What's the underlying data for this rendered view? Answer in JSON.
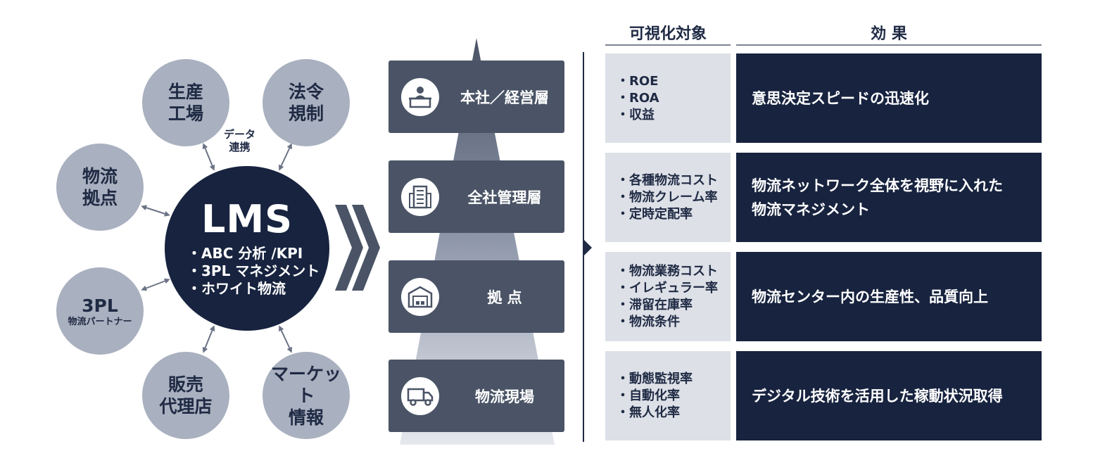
{
  "hub": {
    "title": "LMS",
    "items": [
      "・ABC 分析 /KPI",
      "・3PL マネジメント",
      "・ホワイト物流"
    ]
  },
  "data_link": "データ\n連携",
  "satellites": [
    {
      "label": "生産\n工場"
    },
    {
      "label": "法令\n規制"
    },
    {
      "label": "物流\n拠点"
    },
    {
      "label": "3PL",
      "sub": "物流パートナー"
    },
    {
      "label": "販売\n代理店"
    },
    {
      "label": "マーケット\n情報"
    }
  ],
  "layers": [
    {
      "label": "本社／経営層",
      "icon": "reception-person-icon"
    },
    {
      "label": "全社管理層",
      "icon": "office-building-icon"
    },
    {
      "label": "拠 点",
      "icon": "warehouse-icon"
    },
    {
      "label": "物流現場",
      "icon": "truck-icon"
    }
  ],
  "table": {
    "headers": [
      "可視化対象",
      "効 果"
    ],
    "rows": [
      {
        "targets": [
          "・ROE",
          "・ROA",
          "・収益"
        ],
        "effect": "意思決定スピードの迅速化"
      },
      {
        "targets": [
          "・各種物流コスト",
          "・物流クレーム率",
          "・定時定配率"
        ],
        "effect": "物流ネットワーク全体を視野に入れた\n物流マネジメント"
      },
      {
        "targets": [
          "・物流業務コスト",
          "・イレギュラー率",
          "・滞留在庫率",
          "・物流条件"
        ],
        "effect": "物流センター内の生産性、品質向上"
      },
      {
        "targets": [
          "・動態監視率",
          "・自動化率",
          "・無人化率"
        ],
        "effect": "デジタル技術を活用した稼動状況取得"
      }
    ]
  },
  "colors": {
    "navy": "#17233f",
    "slate": "#4a5466",
    "satellite": "#a9b0bf",
    "light": "#dde0e6"
  }
}
